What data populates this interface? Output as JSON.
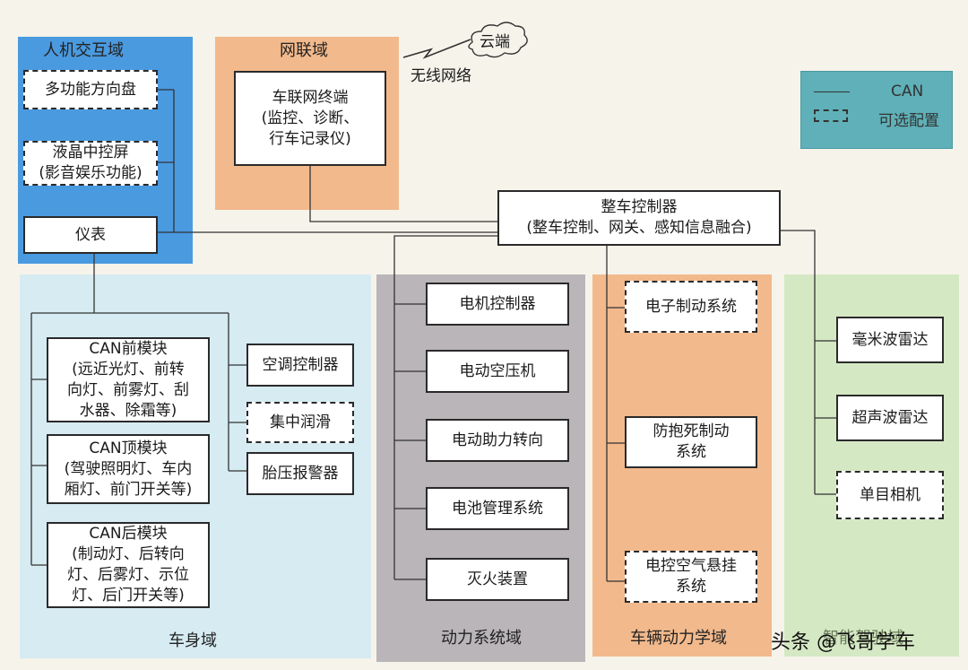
{
  "domains": {
    "hmi": "人机交互域",
    "telematics": "网联域",
    "body": "车身域",
    "powertrain": "动力系统域",
    "chassis": "车辆动力学域",
    "adas": "智能驾驶域"
  },
  "cloud": {
    "label": "云端",
    "wireless": "无线网络"
  },
  "legend": {
    "solid_label": "CAN",
    "dashed_label": "可选配置"
  },
  "boxes": {
    "steering_wheel": "多功能方向盘",
    "center_screen": "液晶中控屏\n(影音娱乐功能)",
    "instrument": "仪表",
    "tbox": "车联网终端\n(监控、诊断、\n行车记录仪)",
    "vcu": "整车控制器\n(整车控制、网关、感知信息融合)",
    "can_front": "CAN前模块\n(远近光灯、前转\n向灯、前雾灯、刮\n水器、除霜等)",
    "can_top": "CAN顶模块\n(驾驶照明灯、车内\n厢灯、前门开关等)",
    "can_rear": "CAN后模块\n(制动灯、后转向\n灯、后雾灯、示位\n灯、后门开关等)",
    "ac": "空调控制器",
    "lube": "集中润滑",
    "tpms": "胎压报警器",
    "motor_ctrl": "电机控制器",
    "e_compressor": "电动空压机",
    "eps": "电动助力转向",
    "bms": "电池管理系统",
    "fire": "灭火装置",
    "ebs": "电子制动系统",
    "abs": "防抱死制动\n系统",
    "ecas": "电控空气悬挂\n系统",
    "mmw_radar": "毫米波雷达",
    "ultrasonic": "超声波雷达",
    "mono_camera": "单目相机"
  },
  "watermark": "头条 @飞哥学车",
  "colors": {
    "hmi_bg": "#4a9ae0",
    "telematics_bg": "#f2b98c",
    "body_bg": "#d6ebf2",
    "powertrain_bg": "#b9b5b8",
    "chassis_bg": "#f2b98c",
    "adas_bg": "#d5e8c4",
    "legend_bg": "#5fb0b8"
  }
}
